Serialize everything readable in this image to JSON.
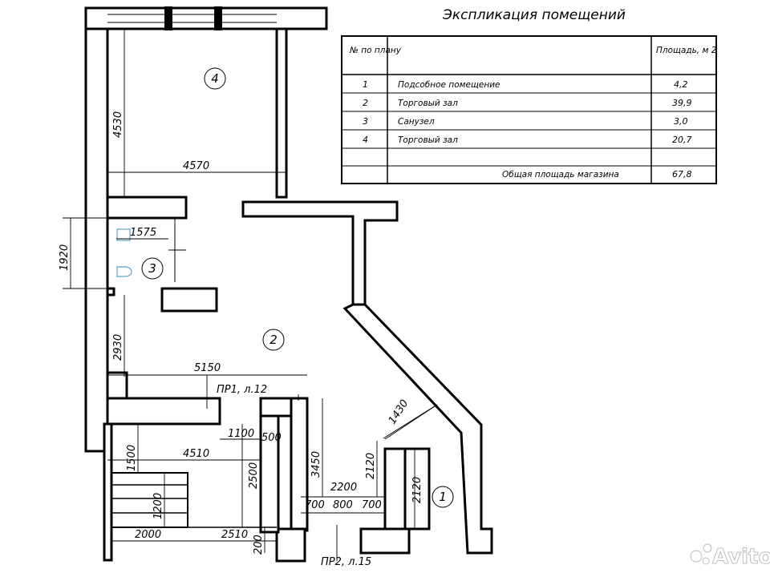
{
  "explication": {
    "title": "Экспликация помещений",
    "headers": {
      "no": "№ по плану",
      "area": "Площадь, м 2"
    },
    "rows": [
      {
        "no": "1",
        "name": "Подсобное помещение",
        "area": "4,2"
      },
      {
        "no": "2",
        "name": "Торговый зал",
        "area": "39,9"
      },
      {
        "no": "3",
        "name": "Санузел",
        "area": "3,0"
      },
      {
        "no": "4",
        "name": "Торговый зал",
        "area": "20,7"
      }
    ],
    "total": {
      "label": "Общая площадь магазина",
      "area": "67,8"
    }
  },
  "rooms": {
    "r1": "1",
    "r2": "2",
    "r3": "3",
    "r4": "4"
  },
  "dims": {
    "d4530": "4530",
    "d4570": "4570",
    "d1920": "1920",
    "d1575": "1575",
    "d2930": "2930",
    "d5150": "5150",
    "d1100": "1100",
    "d500": "500",
    "d4510": "4510",
    "d1500": "1500",
    "d2500": "2500",
    "d3450": "3450",
    "d1200": "1200",
    "d2000": "2000",
    "d2510": "2510",
    "d200": "200",
    "d2200": "2200",
    "d2120a": "2120",
    "d2120b": "2120",
    "d1430": "1430",
    "d700a": "700",
    "d800": "800",
    "d700b": "700"
  },
  "sections": {
    "pr1": "ПР1, л.12",
    "pr2": "ПР2, л.15"
  },
  "watermark": "Avito"
}
